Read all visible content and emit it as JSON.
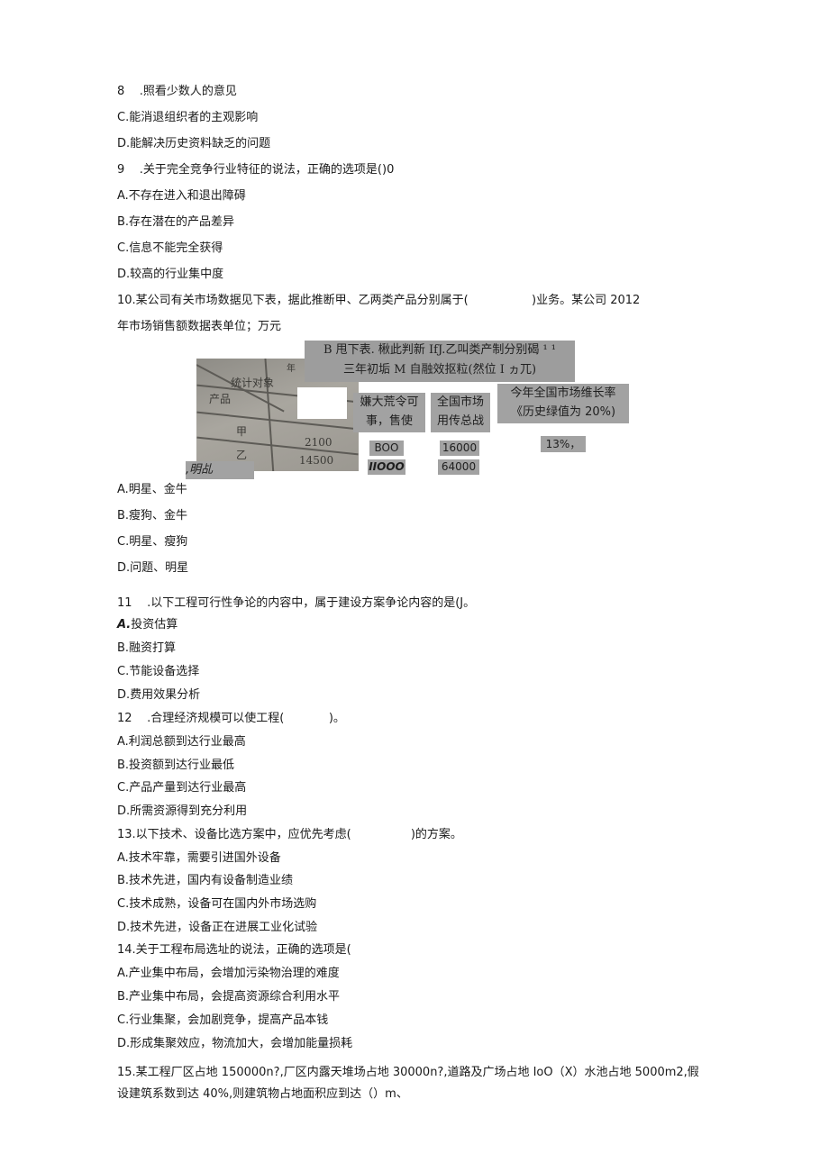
{
  "lines": {
    "q8_head": "8    .照看少数人的意见",
    "q8_c": "C.能消退组织者的主观影响",
    "q8_d": "D.能解决历史资料缺乏的问题",
    "q9_head": "9    .关于完全竞争行业特征的说法，正确的选项是()0",
    "q9_a": "A.不存在进入和退出障碍",
    "q9_b": "B.存在潜在的产品差异",
    "q9_c": "C.信息不能完全获得",
    "q9_d": "D.较高的行业集中度",
    "q10_head": "10.某公司有关市场数据见下表，据此推断甲、乙两类产品分别属于(                 )业务。某公司 2012",
    "q10_head2": "年市场销售额数据表单位；万元",
    "q10_a": "A.明星、金牛",
    "q10_b": "B.瘦狗、金牛",
    "q10_c": "C.明星、瘦狗",
    "q10_d": "D.问题、明星",
    "q11_head": "11    .以下工程可行性争论的内容中，属于建设方案争论内容的是(J。",
    "q11_a_prefix": "A.",
    "q11_a": "投资估算",
    "q11_b": "B.融资打算",
    "q11_c": "C.节能设备选择",
    "q11_d": "D.费用效果分析",
    "q12_head": "12    .合理经济规模可以使工程(            )。",
    "q12_a": "A.利润总额到达行业最高",
    "q12_b": "B.投资额到达行业最低",
    "q12_c": "C.产品产量到达行业最高",
    "q12_d": "D.所需资源得到充分利用",
    "q13_head": "13.以下技术、设备比选方案中，应优先考虑(                )的方案。",
    "q13_a": "A.技术牢靠，需要引进国外设备",
    "q13_b": "B.技术先进，国内有设备制造业绩",
    "q13_c": "C.技术成熟，设备可在国内外市场选购",
    "q13_d": "D.技术先进，设备正在进展工业化试验",
    "q14_head": "14.关于工程布局选址的说法，正确的选项是(",
    "q14_a": "A.产业集中布局，会增加污染物治理的难度",
    "q14_b": "B.产业集中布局，会提高资源综合利用水平",
    "q14_c": "C.行业集聚，会加剧竞争，提高产品本钱",
    "q14_d": "D.形成集聚效应，物流加大，会增加能量损耗",
    "q15_head": "15.某工程厂区占地 150000n?,厂区内露天堆场占地 30000n?,道路及广场占地 IoO（X）水池占地 5000m2,假",
    "q15_head2": "设建筑系数到达 40%,则建筑物占地面积应到达（）m、"
  },
  "table": {
    "banner_line1": "B 甩下表. 楸此判新 IfJ.乙叫类产制分别碣  ¹ ¹",
    "banner_line2": "三年初垢 M 自融效抠粒(然位 I ヵ兀)",
    "col1_header": "嫌大荒令可\n事，售使",
    "col2_header": "全国市场\n用传总战",
    "col3_header": "今年全国市场维长率\n《历史绿值为 20%)",
    "row1_col1": "BOO",
    "row1_col2": "16000",
    "row2_col1": "IIOOO",
    "row2_col2": "64000",
    "col3_value": "13%，",
    "footer_label": ",明乩",
    "photo_header1": "统计对象",
    "photo_header2": "产品",
    "photo_header3": "年",
    "photo_row1": "甲",
    "photo_row2": "乙",
    "photo_val1": "2100",
    "photo_val2": "14500"
  }
}
